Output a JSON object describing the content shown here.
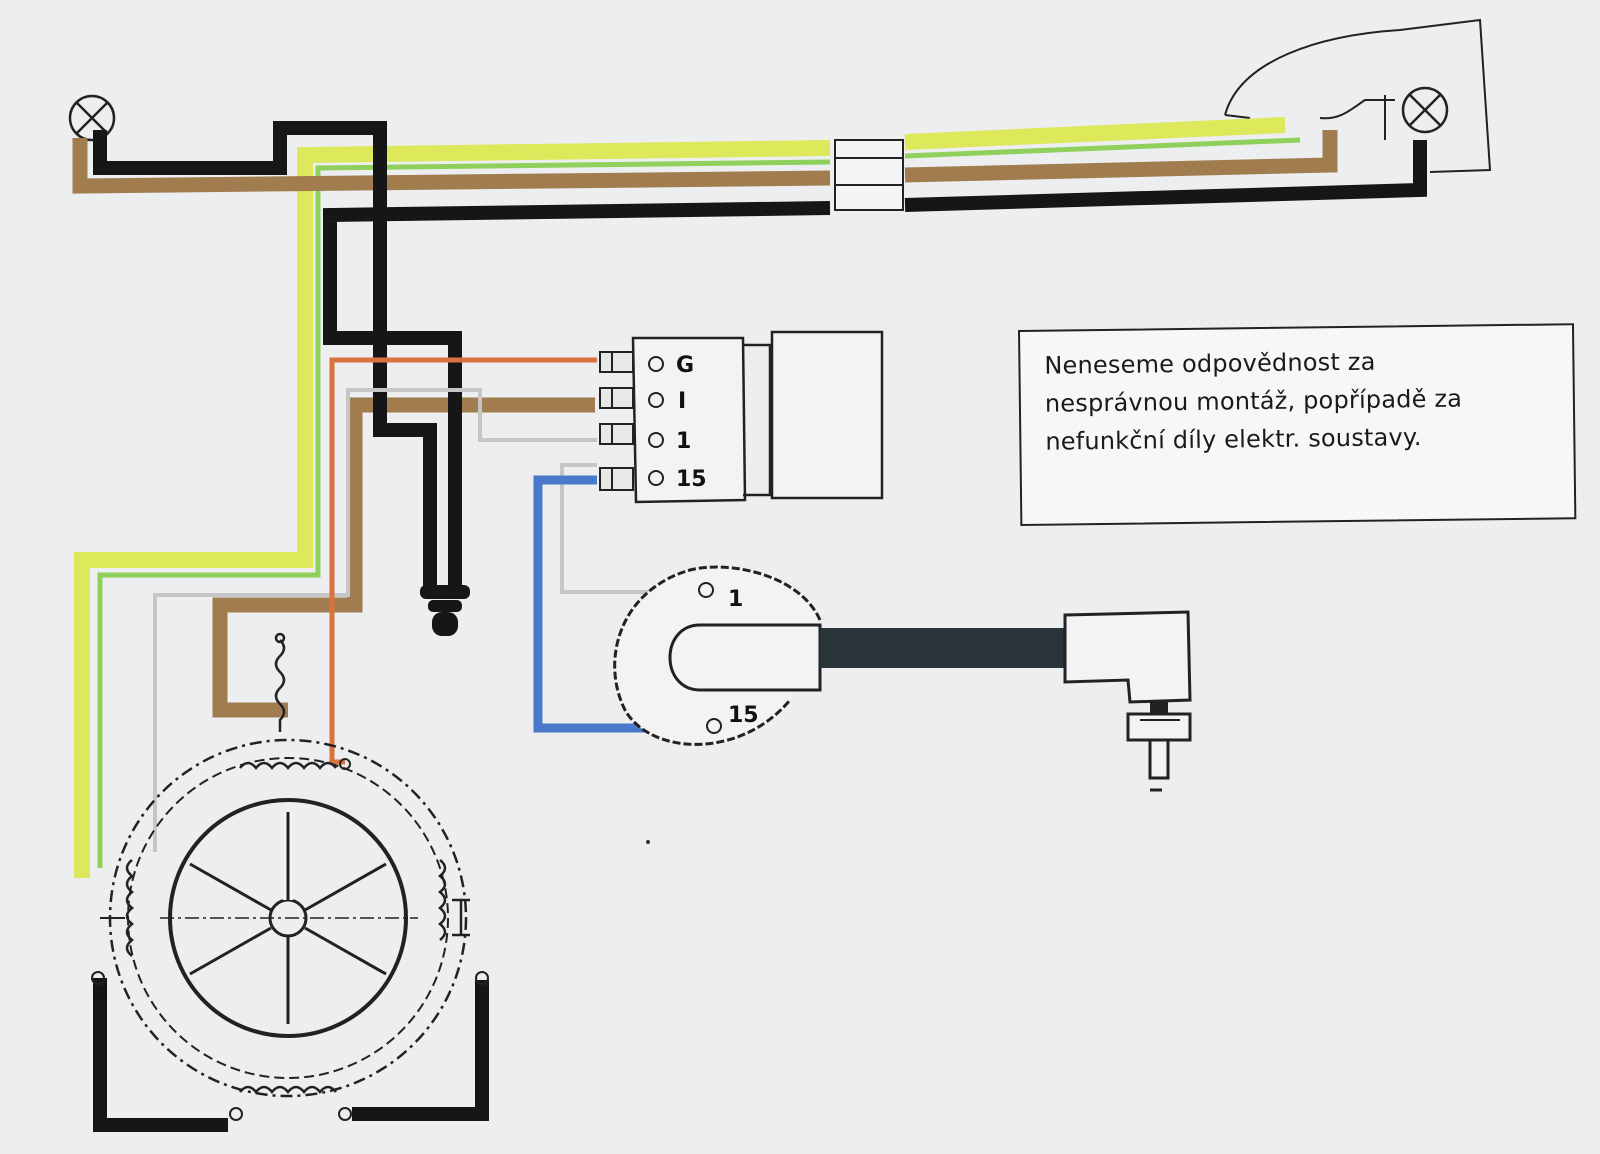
{
  "note": {
    "lines": [
      "Neneseme odpovědnost za",
      "nesprávnou montáž, popřípadě za",
      "nefunkční díly elektr. soustavy."
    ]
  },
  "regulator": {
    "terminals": [
      "G",
      "I",
      "1",
      "15"
    ]
  },
  "ignition_coil": {
    "terminals": [
      "1",
      "15"
    ]
  },
  "icons": [
    "headlight-bulb-icon",
    "taillight-bulb-icon",
    "regulator-icon",
    "ignition-coil-icon",
    "spark-plug-icon",
    "generator-icon",
    "horn-icon"
  ],
  "wire_colors": {
    "black": "#161616",
    "brown": "#a07c4e",
    "yellow": "#dde85a",
    "green": "#8fcf5c",
    "orange": "#d9733e",
    "grey": "#c4c6c8",
    "blue": "#4a78cc"
  }
}
